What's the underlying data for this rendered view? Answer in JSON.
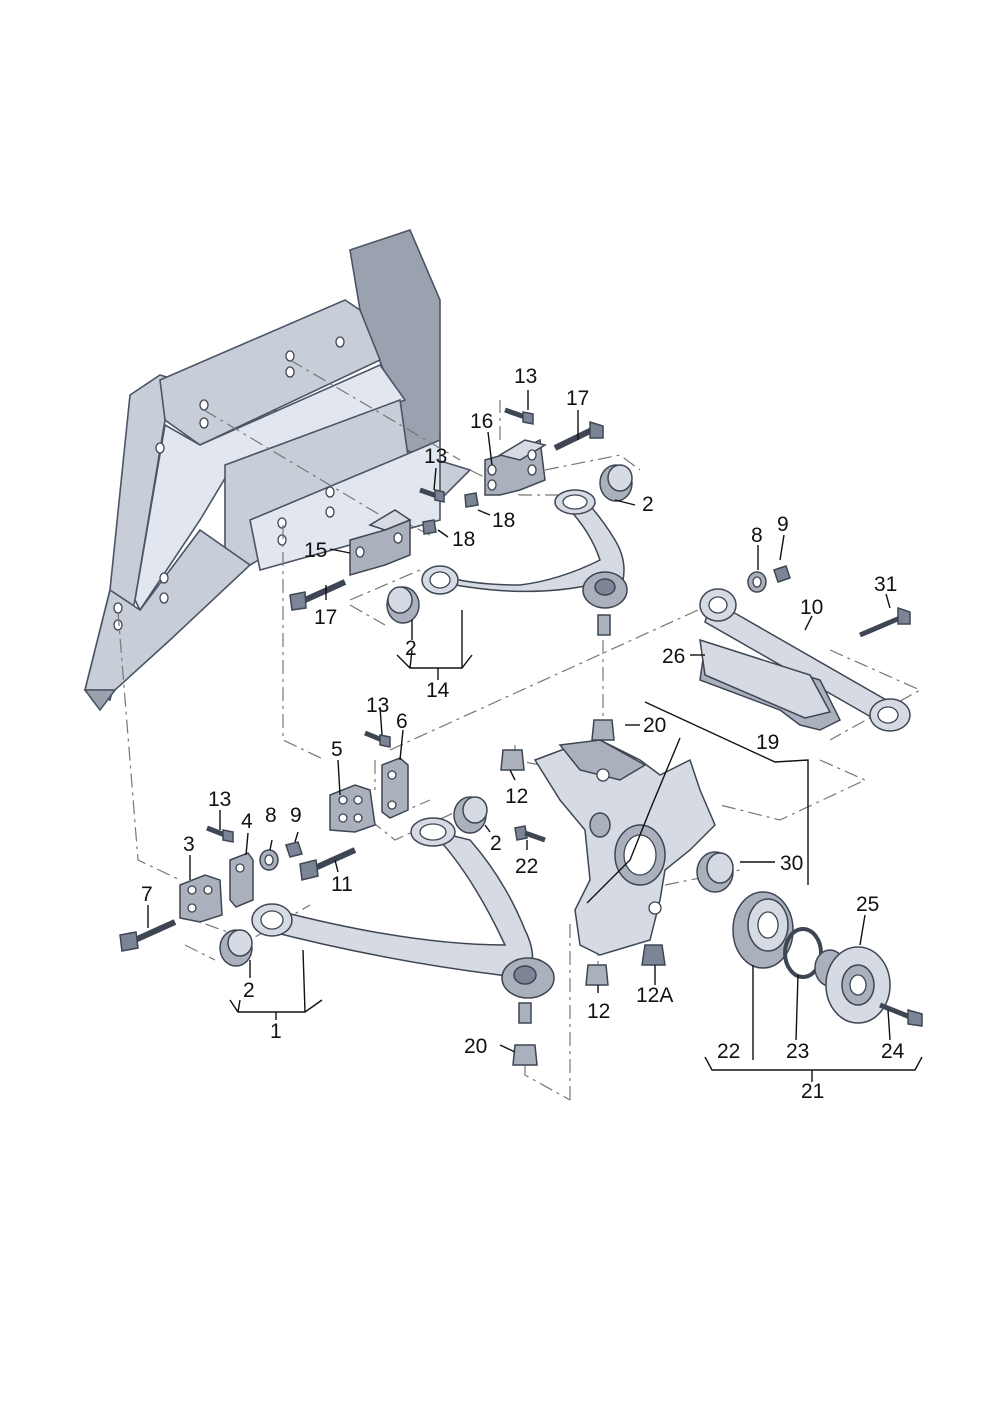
{
  "labels": {
    "l1": "1",
    "l2a": "2",
    "l2b": "2",
    "l2c": "2",
    "l2d": "2",
    "l3": "3",
    "l4": "4",
    "l5": "5",
    "l6": "6",
    "l7": "7",
    "l8a": "8",
    "l8b": "8",
    "l9a": "9",
    "l9b": "9",
    "l10": "10",
    "l11": "11",
    "l12a": "12",
    "l12b": "12",
    "l12A": "12A",
    "l13a": "13",
    "l13b": "13",
    "l13c": "13",
    "l13d": "13",
    "l14": "14",
    "l15": "15",
    "l16": "16",
    "l17a": "17",
    "l17b": "17",
    "l18a": "18",
    "l18b": "18",
    "l19": "19",
    "l20a": "20",
    "l20b": "20",
    "l21": "21",
    "l22a": "22",
    "l22b": "22",
    "l23": "23",
    "l24": "24",
    "l25": "25",
    "l26": "26",
    "l30": "30",
    "l31": "31"
  }
}
